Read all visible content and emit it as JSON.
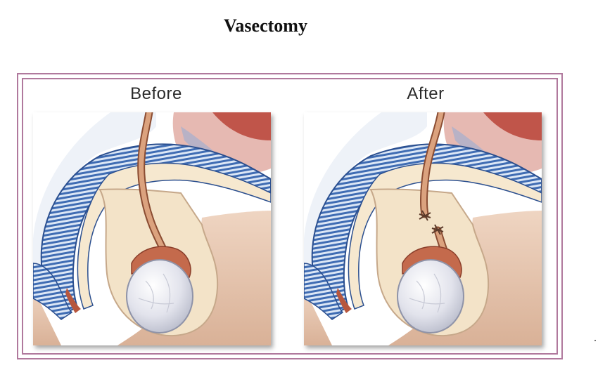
{
  "title": "Vasectomy",
  "panels": [
    {
      "label": "Before",
      "vas_deferens": "intact"
    },
    {
      "label": "After",
      "vas_deferens": "cut and tied"
    }
  ],
  "colors": {
    "frame": "#b0799d",
    "skin": "#e9c9b4",
    "inner_tissue": "#f3e3c8",
    "penile_tissue": "#3a62a8",
    "vas_deferens": "#d79a78",
    "testis": "#e4e4ec",
    "muscle": "#b7573e"
  }
}
